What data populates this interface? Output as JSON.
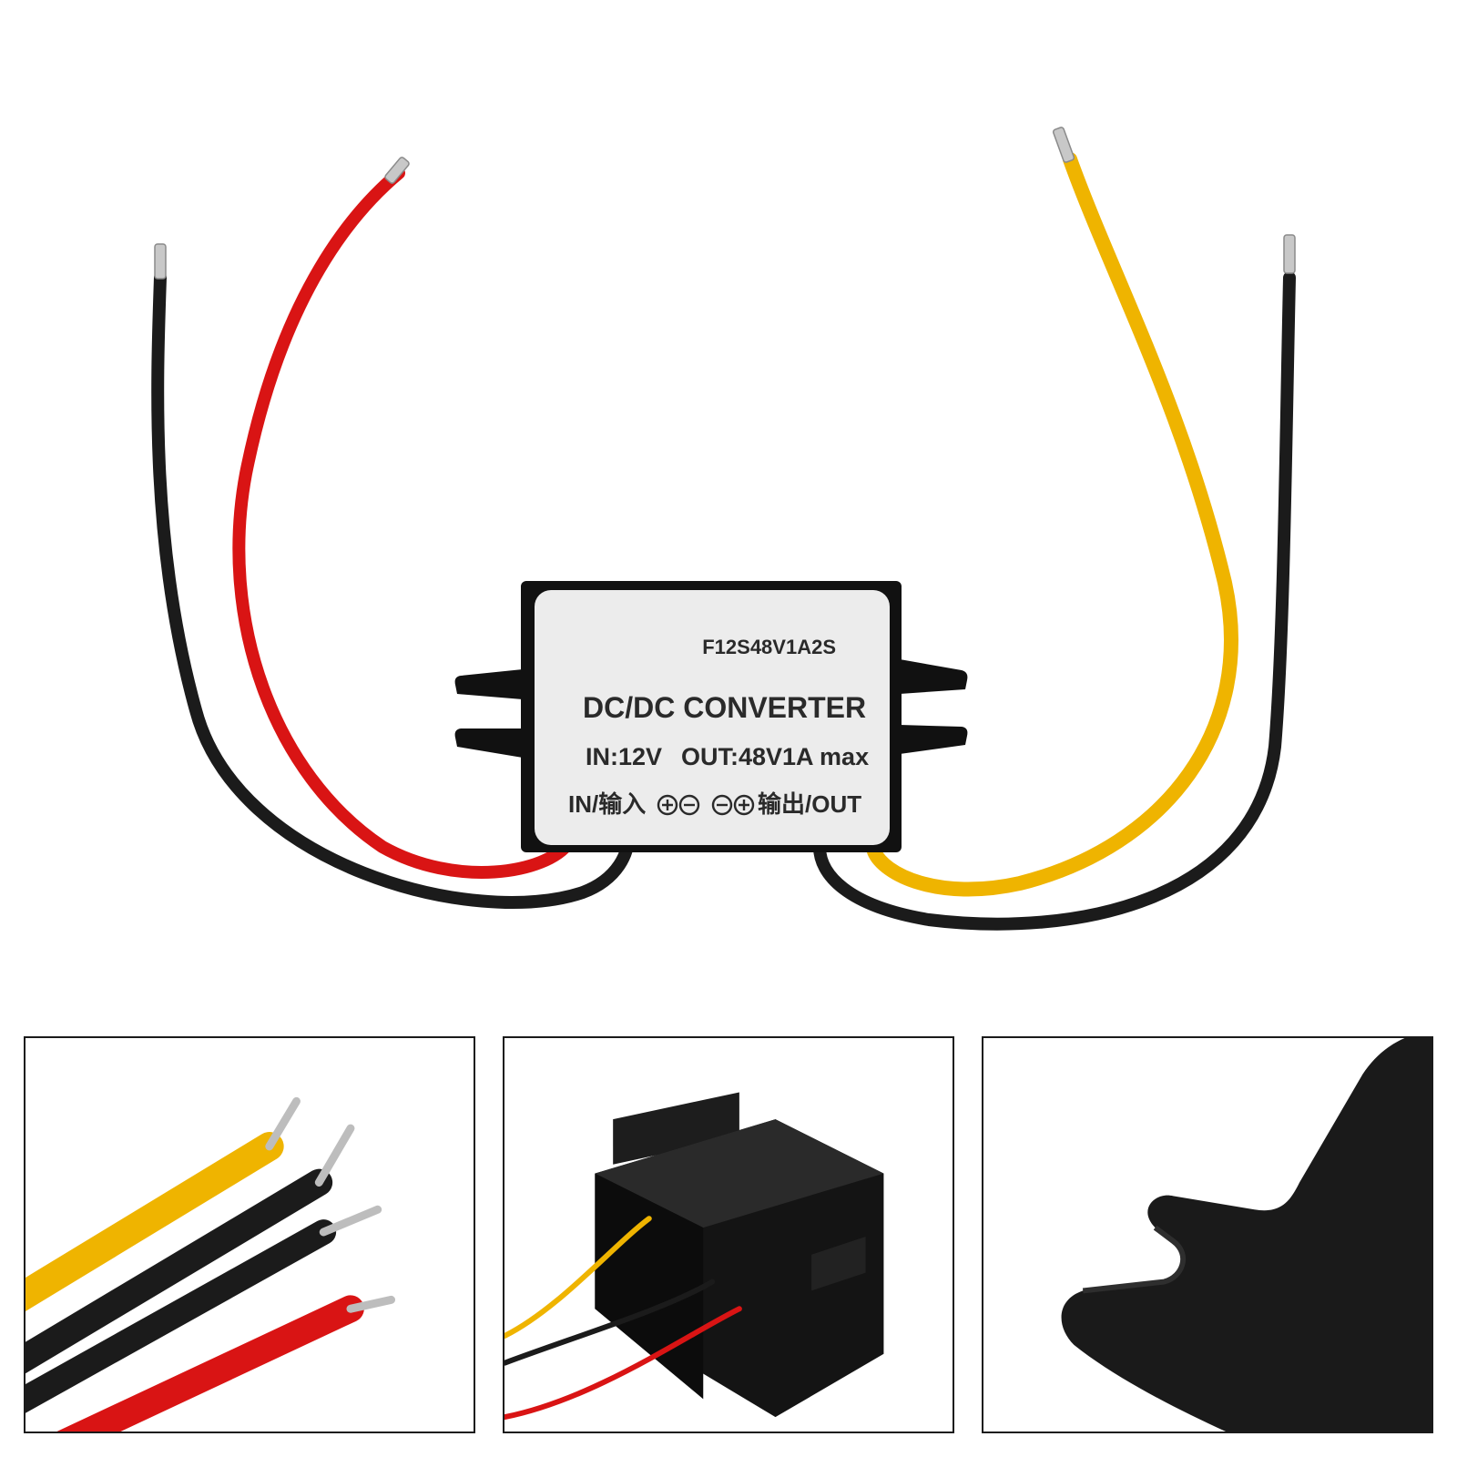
{
  "product_label": {
    "model": "F12S48V1A2S",
    "title": "DC/DC CONVERTER",
    "input_spec": "IN:12V",
    "output_spec": "OUT:48V1A max",
    "terminal_in": "IN/输入",
    "terminal_out": "输出/OUT"
  },
  "wire_colors": {
    "red": "#d91414",
    "black": "#1b1b1b",
    "yellow": "#efb400",
    "case": "#111111",
    "label": "#ececec"
  },
  "detail_panels": [
    {
      "subject": "wire-ends"
    },
    {
      "subject": "converter-side-view"
    },
    {
      "subject": "mounting-tab"
    }
  ]
}
